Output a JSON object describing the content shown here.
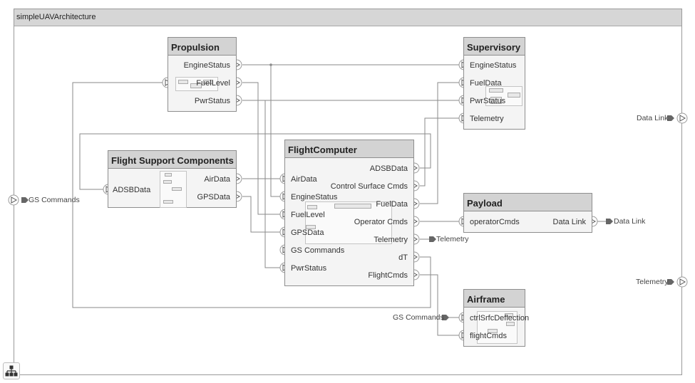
{
  "canvas": {
    "title": "simpleUAVArchitecture"
  },
  "colors": {
    "wire": "#8a8a8a",
    "block_header": "#d3d3d3",
    "block_body": "#f4f4f4"
  },
  "blocks": {
    "propulsion": {
      "title": "Propulsion",
      "ports_out": [
        "EngineStatus",
        "FuelLevel",
        "PwrStatus"
      ]
    },
    "supervisory": {
      "title": "Supervisory",
      "ports_in": [
        "EngineStatus",
        "FuelData",
        "PwrStatus",
        "Telemetry"
      ]
    },
    "flight_support": {
      "title": "Flight Support Components",
      "ports_in": [
        "ADSBData"
      ],
      "ports_out": [
        "AirData",
        "GPSData"
      ]
    },
    "flight_computer": {
      "title": "FlightComputer",
      "ports_in": [
        "AirData",
        "EngineStatus",
        "FuelLevel",
        "GPSData",
        "GS Commands",
        "PwrStatus"
      ],
      "ports_out": [
        "ADSBData",
        "Control Surface Cmds",
        "FuelData",
        "Operator Cmds",
        "Telemetry",
        "dT",
        "FlightCmds"
      ]
    },
    "payload": {
      "title": "Payload",
      "ports_in": [
        "operatorCmds"
      ],
      "ports_out": [
        "Data Link"
      ]
    },
    "airframe": {
      "title": "Airframe",
      "ports_in": [
        "ctrlSrfcDeflection",
        "flightCmds"
      ]
    }
  },
  "external_ports": {
    "gs_commands_left": "GS Commands",
    "telemetry_mid": "Telemetry",
    "data_link_payload": "Data Link",
    "data_link_right": "Data Link",
    "telemetry_right": "Telemetry",
    "gs_commands_airframe": "GS Commands"
  },
  "icons": {
    "hierarchy": "hierarchy-icon"
  }
}
